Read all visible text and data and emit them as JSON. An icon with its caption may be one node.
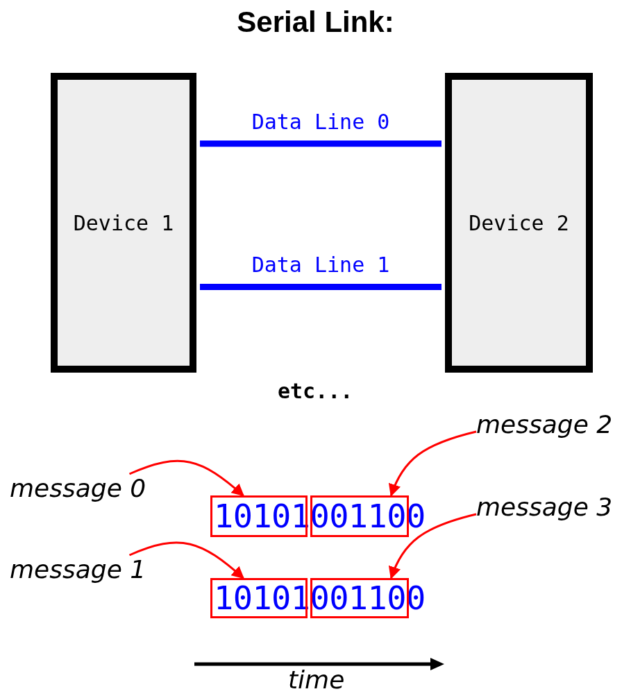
{
  "diagram": {
    "title": "Serial Link:",
    "nodes": [
      {
        "text": [
          "Device 1"
        ]
      },
      {
        "text": [
          "Device 2"
        ]
      },
      {
        "text": [
          "message 0"
        ]
      },
      {
        "text": [
          "message 1"
        ]
      },
      {
        "text": [
          "message 2"
        ]
      },
      {
        "text": [
          "message 3"
        ]
      },
      {
        "text": [],
        "shape": "box"
      },
      {
        "text": [],
        "shape": "box"
      },
      {
        "text": [],
        "shape": "box"
      },
      {
        "text": [],
        "shape": "box"
      }
    ],
    "edges": [
      {
        "from": 0,
        "to": 1,
        "arrow": "none",
        "label": "Data Line 0",
        "style": "thick",
        "color": "#0000ff"
      },
      {
        "from": 0,
        "to": 1,
        "arrow": "none",
        "label": "Data Line 1",
        "style": "thick",
        "color": "#0000ff"
      },
      {
        "from": 2,
        "to": 6,
        "arrow": "to",
        "color": "#ff0000"
      },
      {
        "from": 4,
        "to": 7,
        "arrow": "to",
        "color": "#ff0000"
      },
      {
        "from": 3,
        "to": 8,
        "arrow": "to",
        "color": "#ff0000"
      },
      {
        "from": 5,
        "to": 9,
        "arrow": "to",
        "color": "#ff0000"
      }
    ],
    "labels": [
      "etc...",
      "10101001100",
      "10101001100",
      "time"
    ]
  }
}
